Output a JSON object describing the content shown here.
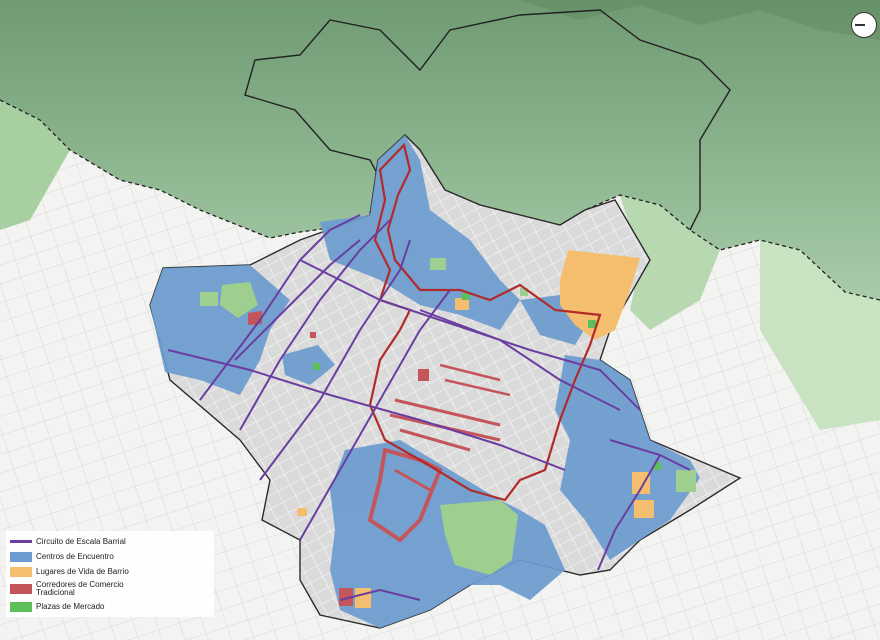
{
  "colors": {
    "circuit": "#6a3ea1",
    "centros": "#6c9ccf",
    "lugares": "#f5be6e",
    "corredores": "#c4555a",
    "plazas": "#5cbf5a",
    "boundary": "#b22a2a",
    "mountain": "#84ad88",
    "urban": "#f4f4f2",
    "district": "#d9d9d9"
  },
  "legend": {
    "items": [
      {
        "id": "circuito",
        "label": "Circuito de Escala Barrial",
        "kind": "line",
        "color": "#6a3ea1"
      },
      {
        "id": "centros",
        "label": "Centros de Encuentro",
        "kind": "fill",
        "color": "#6c9ccf"
      },
      {
        "id": "lugares",
        "label": "Lugares de Vida de Barrio",
        "kind": "fill",
        "color": "#f5be6e"
      },
      {
        "id": "corredores",
        "label": "Corredores de Comercio Tradicional",
        "kind": "fill",
        "color": "#c4555a"
      },
      {
        "id": "plazas",
        "label": "Plazas de Mercado",
        "kind": "fill",
        "color": "#5cbf5a"
      }
    ]
  },
  "compass": {
    "icon": "north-arrow-icon"
  }
}
